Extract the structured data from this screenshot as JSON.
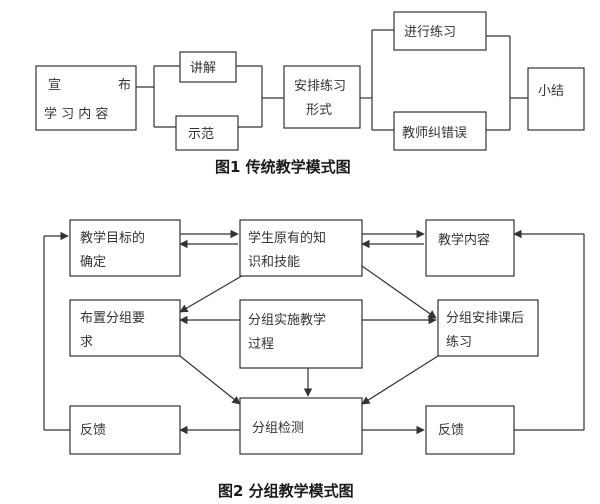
{
  "figure1": {
    "caption": "图1  传统教学模式图",
    "boxes": {
      "announce_line1": "宣",
      "announce_line1b": "布",
      "announce_line2": "学 习 内 容",
      "lecture": "讲解",
      "demo": "示范",
      "arrange_line1": "安排练习",
      "arrange_line2": "形式",
      "practice": "进行练习",
      "teacher_correct": "教师纠错误",
      "summary": "小结"
    }
  },
  "figure2": {
    "caption": "图2  分组教学模式图",
    "boxes": {
      "goal_line1": "教学目标的",
      "goal_line2": "确定",
      "prior_line1": "学生原有的知",
      "prior_line2": "识和技能",
      "content": "教学内容",
      "group_req_line1": "布置分组要",
      "group_req_line2": "求",
      "group_impl_line1": "分组实施教学",
      "group_impl_line2": "过程",
      "group_after_line1": "分组安排课后",
      "group_after_line2": "练习",
      "feedback_left": "反馈",
      "group_test": "分组检测",
      "feedback_right": "反馈"
    }
  },
  "colors": {
    "line": "#333333",
    "text": "#333333",
    "background": "#ffffff"
  }
}
